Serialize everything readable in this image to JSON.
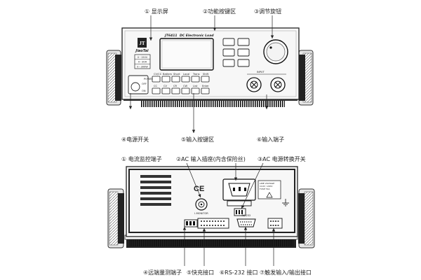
{
  "front_panel": {
    "model": "JT6411",
    "model_caption": "DC Electronic Load",
    "brand_name": "JiaoTai",
    "brand_logo_text": "JT",
    "spec_rows": [
      "0~150V",
      "0~30A",
      "0~300W"
    ],
    "power_label": "POWER",
    "power_off": "OFF",
    "power_on": "ON",
    "input_label": "INPUT",
    "key_row1": [
      "Battery",
      "Short",
      "Local",
      "Trans",
      "Shift"
    ],
    "key_row1_lead": "CV/CC",
    "key_row2": [
      "CC",
      "CV",
      "CR",
      "CW",
      "List",
      "Enter"
    ],
    "callouts": [
      {
        "label": "① 显示屏",
        "anchor": "display"
      },
      {
        "label": "②功能按键区",
        "anchor": "function-keys"
      },
      {
        "label": "③调节旋钮",
        "anchor": "knob"
      },
      {
        "label": "④电源开关",
        "anchor": "power-switch"
      },
      {
        "label": "⑤输入按键区",
        "anchor": "input-keys"
      },
      {
        "label": "⑥输入端子",
        "anchor": "input-terminals"
      }
    ]
  },
  "rear_panel": {
    "ce_mark": "CE",
    "current_monitor_caption": "I-MONITOR",
    "rs232_caption": "RS-232",
    "warning_text": [
      "LINE VOLTAGE",
      "110V / 220V",
      "FUSE T2A"
    ],
    "callouts": [
      {
        "label": "① 电流监控端子",
        "anchor": "current-monitor"
      },
      {
        "label": "②AC 输入插座(内含保险丝)",
        "anchor": "ac-socket"
      },
      {
        "label": "③AC 电源转换开关",
        "anchor": "ac-switch"
      },
      {
        "label": "④远端量测端子",
        "anchor": "remote-sense"
      },
      {
        "label": "⑤快充接口",
        "anchor": "fast-charge"
      },
      {
        "label": "⑥RS-232 接口",
        "anchor": "rs232"
      },
      {
        "label": "⑦触发输入/输出接口",
        "anchor": "trigger-io"
      }
    ]
  }
}
